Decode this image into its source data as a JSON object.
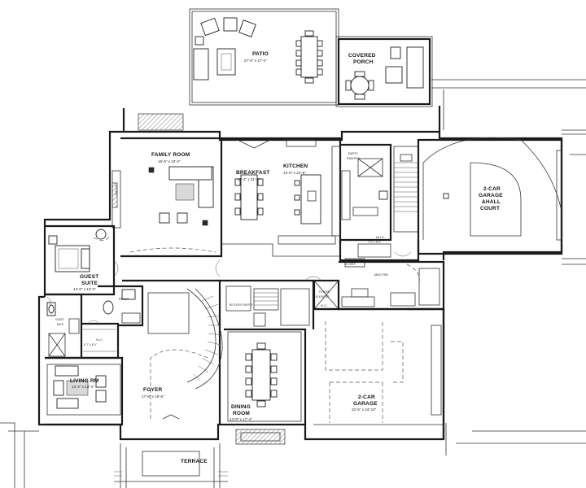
{
  "plan": {
    "rooms": {
      "patio": {
        "name": "PATIO",
        "dims": "27'-0\" x 17'-4\""
      },
      "covered_porch": {
        "name1": "COVERED",
        "name2": "PORCH"
      },
      "family_room": {
        "name": "FAMILY ROOM",
        "dims": "18'-6\" x 22'-0\""
      },
      "breakfast": {
        "name": "BREAKFAST",
        "dims": "11'-4\" x 21'-5\""
      },
      "kitchen": {
        "name": "KITCHEN",
        "dims": "14'-0\" x 21'-5\""
      },
      "dirty_pantry": {
        "name1": "DIRTY",
        "name2": "PANTRY"
      },
      "garage_right": {
        "name1": "2-CAR",
        "name2": "GARAGE",
        "name3": "&HALL",
        "name4": "COURT"
      },
      "wic_upper": {
        "name": "W.I.C.",
        "dims": "7'-0\" x 5'-0\""
      },
      "guest_suite": {
        "name1": "GUEST",
        "name2": "SUITE",
        "dims": "14'-8\" x 13'-0\""
      },
      "mud_rm": {
        "name": "MUD RM"
      },
      "future_elevator": {
        "name1": "FUTURE",
        "name2": "ELEVATOR"
      },
      "wic_mud": {
        "name": "W.I.C."
      },
      "pwdr": {
        "name": "PWDR"
      },
      "guest_bath": {
        "name1": "GUEST",
        "name2": "BATH"
      },
      "wic_guest": {
        "name": "W.I.C.",
        "dims": "6'-7\" x 5'-0\""
      },
      "living_rm": {
        "name": "LIVING RM",
        "dims": "14'-2\" x 13'-4\""
      },
      "foyer": {
        "name": "FOYER",
        "dims": "17'-8\" x 18'-6\""
      },
      "dining_room": {
        "name1": "DINING",
        "name2": "ROOM",
        "dims": "14'-8\" x 17'-4\""
      },
      "garage_left": {
        "name1": "2-CAR",
        "name2": "GARAGE",
        "dims": "22'-6\" x 24'-10\""
      },
      "terrace": {
        "name": "TERRACE"
      }
    },
    "annotations": {
      "closet": "CLOSET",
      "built_in": "BUILT-IN",
      "butlers_pantry": "BUTLER'S PANTRY"
    }
  }
}
